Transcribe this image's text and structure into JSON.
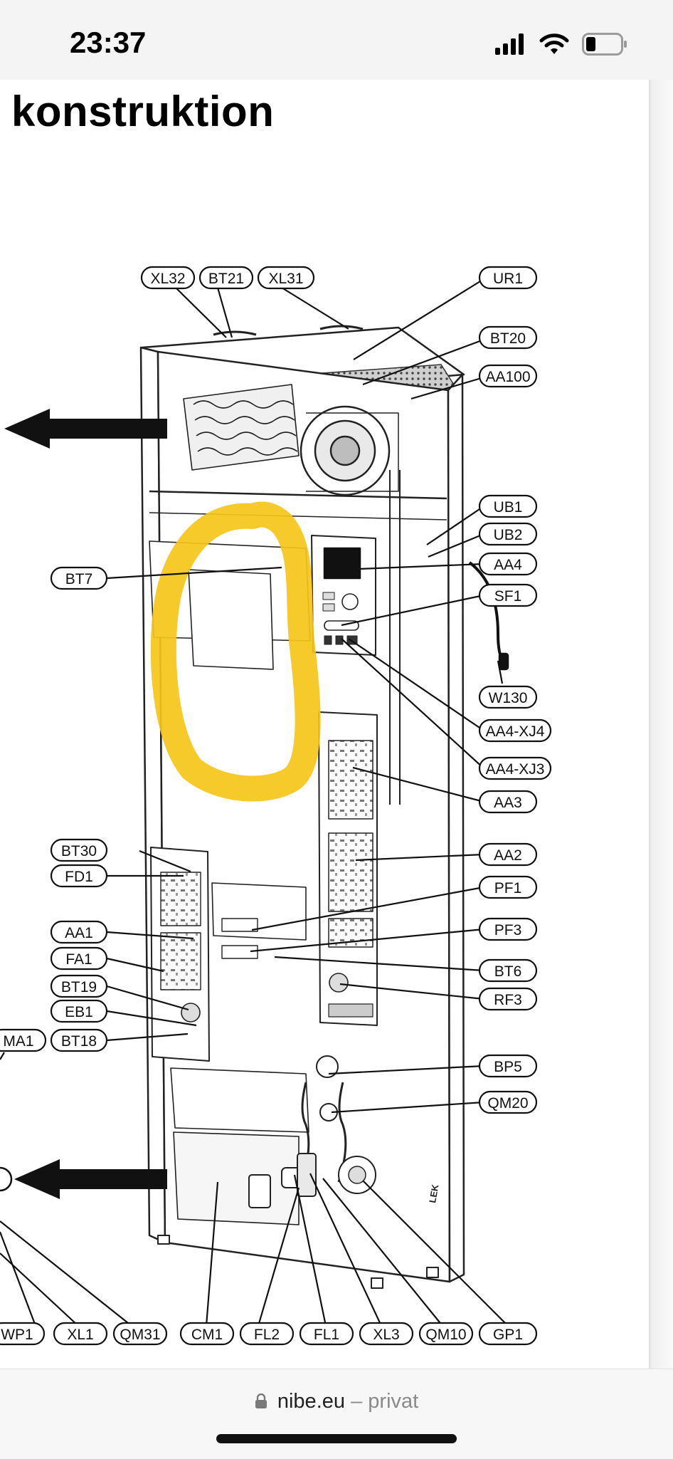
{
  "status_bar": {
    "time": "23:37"
  },
  "page": {
    "heading": "konstruktion"
  },
  "labels": {
    "XL32": "XL32",
    "BT21": "BT21",
    "XL31": "XL31",
    "UR1": "UR1",
    "BT20": "BT20",
    "AA100": "AA100",
    "UB1": "UB1",
    "UB2": "UB2",
    "AA4": "AA4",
    "SF1": "SF1",
    "W130": "W130",
    "AA4-XJ4": "AA4-XJ4",
    "AA4-XJ3": "AA4-XJ3",
    "AA3": "AA3",
    "AA2": "AA2",
    "PF1": "PF1",
    "PF3": "PF3",
    "BT6": "BT6",
    "RF3": "RF3",
    "BP5": "BP5",
    "QM20": "QM20",
    "BT7": "BT7",
    "BT30": "BT30",
    "FD1": "FD1",
    "AA1": "AA1",
    "FA1": "FA1",
    "BT19": "BT19",
    "EB1": "EB1",
    "MA1": "MA1",
    "BT18": "BT18",
    "WP1": "WP1",
    "XL1": "XL1",
    "QM31": "QM31",
    "CM1": "CM1",
    "FL2": "FL2",
    "FL1": "FL1",
    "XL3": "XL3",
    "QM10": "QM10",
    "GP1": "GP1",
    "brand_mark": "LEK"
  },
  "highlight": {
    "color": "#F5C518"
  },
  "browser": {
    "domain": "nibe.eu",
    "separator": "–",
    "mode": "privat"
  }
}
